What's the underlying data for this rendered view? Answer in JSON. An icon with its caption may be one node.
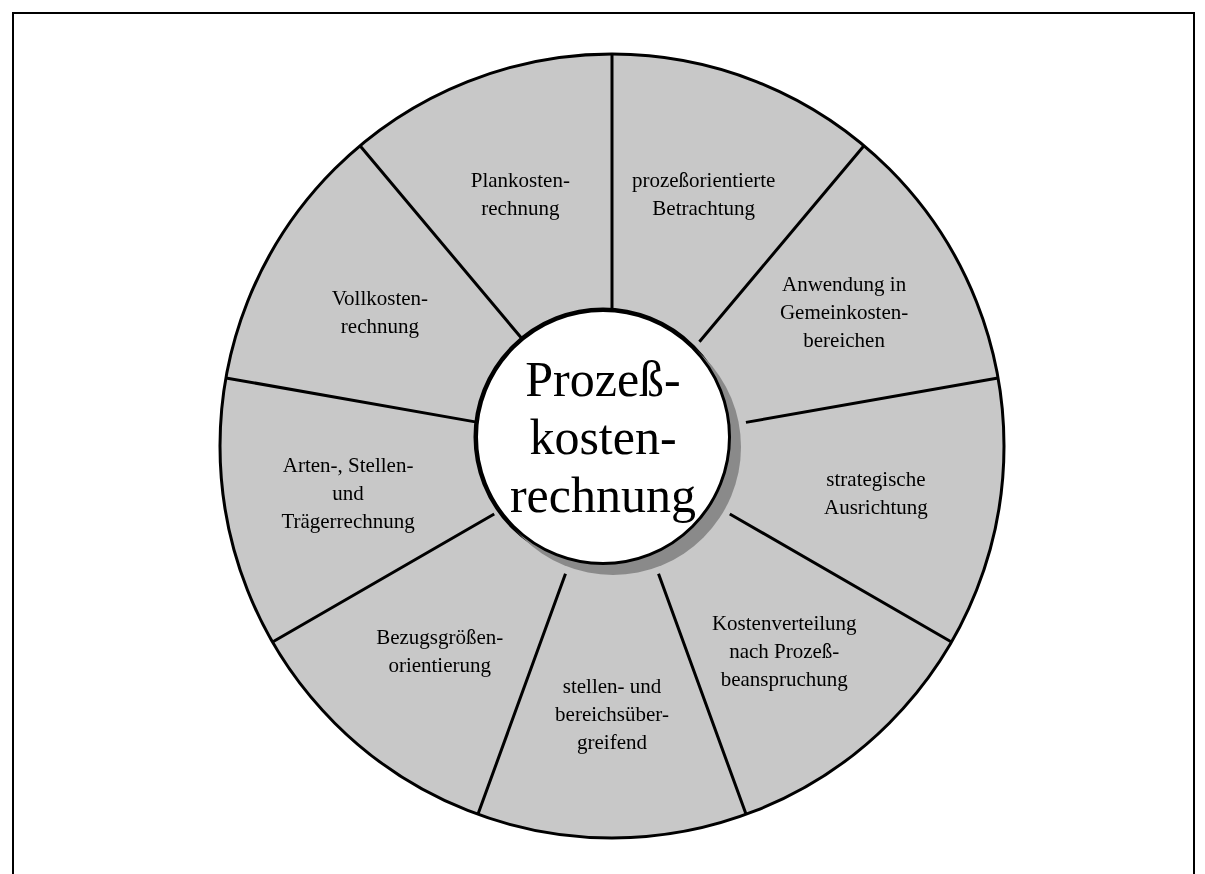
{
  "diagram": {
    "nodes": [
      {
        "text": [
          "Prozeß- kosten- rechnung"
        ]
      },
      {
        "text": [
          "Plankosten- rechnung"
        ]
      },
      {
        "text": [
          "prozeßorientierte Betrachtung"
        ]
      },
      {
        "text": [
          "Anwendung in Gemeinkosten- bereichen"
        ]
      },
      {
        "text": [
          "strategische Ausrichtung"
        ]
      },
      {
        "text": [
          "Kostenverteilung nach Prozeß- beanspruchung"
        ]
      },
      {
        "text": [
          "stellen- und bereichsüber- greifend"
        ]
      },
      {
        "text": [
          "Bezugsgrößen- orientierung"
        ]
      },
      {
        "text": [
          "Arten-, Stellen- und Trägerrechnung"
        ]
      },
      {
        "text": [
          "Vollkosten- rechnung"
        ]
      }
    ]
  }
}
